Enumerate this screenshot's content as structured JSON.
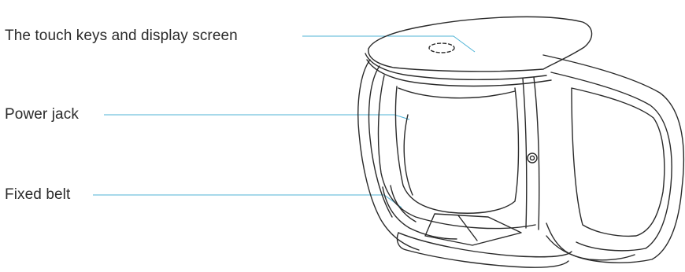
{
  "labels": {
    "touch_keys": "The touch keys and display screen",
    "power_jack": "Power jack",
    "fixed_belt": "Fixed belt"
  },
  "colors": {
    "leader_line": "#4fb3d6",
    "outline": "#2a2a2a",
    "text": "#2b2b2b",
    "background": "#ffffff"
  }
}
